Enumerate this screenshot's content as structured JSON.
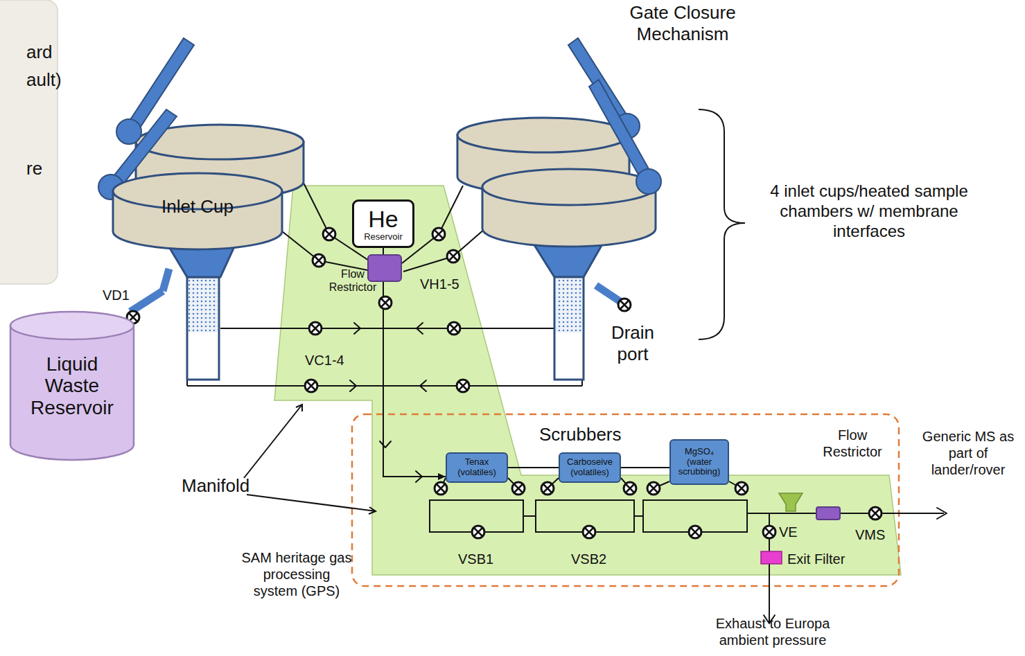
{
  "diagram": {
    "nodes": [
      {
        "text": [
          "Inlet Cup"
        ]
      },
      {
        "text": [
          "He",
          "Reservoir"
        ]
      },
      {
        "text": [
          "Liquid Waste Reservoir"
        ]
      },
      {
        "text": [
          "Tenax (volatiles)"
        ]
      },
      {
        "text": [
          "Carboseive (volatiles)"
        ]
      },
      {
        "text": [
          "MgSO₄ (water scrubbing)"
        ]
      }
    ],
    "edges": [
      {
        "from": 0,
        "to": 2,
        "arrow": "none"
      },
      {
        "from": 1,
        "to": 3,
        "arrow": "to"
      },
      {
        "from": 3,
        "to": 4,
        "arrow": "none"
      },
      {
        "from": 4,
        "to": 5,
        "arrow": "none"
      }
    ],
    "labels": [
      "ard",
      "ault)",
      "re",
      "Gate Closure Mechanism",
      "4 inlet cups/heated sample chambers w/ membrane interfaces",
      "Flow Restrictor",
      "VH1-5",
      "VD1",
      "VC1-4",
      "Drain port",
      "Manifold",
      "Scrubbers",
      "Flow Restrictor",
      "Generic MS as part of lander/rover",
      "SAM heritage gas processing system (GPS)",
      "VSB1",
      "VSB2",
      "VE",
      "VMS",
      "Exit Filter",
      "Exhaust to Europa ambient pressure"
    ]
  }
}
